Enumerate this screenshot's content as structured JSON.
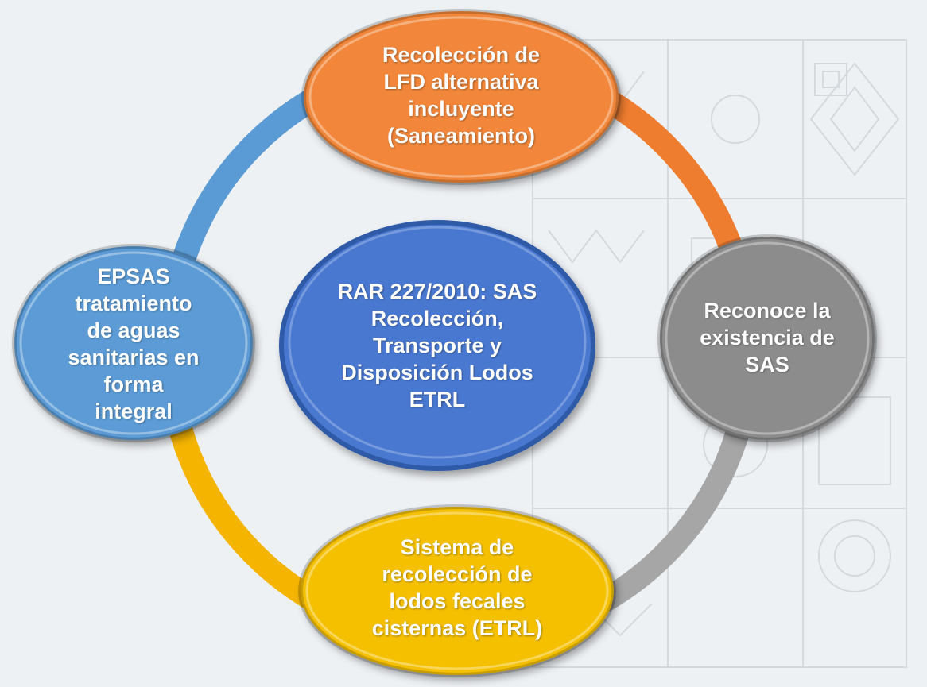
{
  "diagram": {
    "center": {
      "label": "RAR 227/2010: SAS\nRecolección,\nTransporte y\nDisposición Lodos\nETRL",
      "color": "#4a78d0"
    },
    "nodes": [
      {
        "id": "top",
        "label": "Recolección de\nLFD alternativa\nincluyente\n(Saneamiento)",
        "color": "#f2873a"
      },
      {
        "id": "right",
        "label": "Reconoce la\nexistencia de\nSAS",
        "color": "#8c8c8c"
      },
      {
        "id": "bottom",
        "label": "Sistema de\nrecolección de\nlodos fecales\ncisternas (ETRL)",
        "color": "#f5c000"
      },
      {
        "id": "left",
        "label": "EPSAS\ntratamiento\nde aguas\nsanitarias en\nforma\nintegral",
        "color": "#5b9bd5"
      }
    ],
    "ring_colors": {
      "top_right": "#ef7d30",
      "right_bottom": "#a6a6a6",
      "bottom_left": "#f4b400",
      "left_top": "#5b9bd5"
    }
  }
}
